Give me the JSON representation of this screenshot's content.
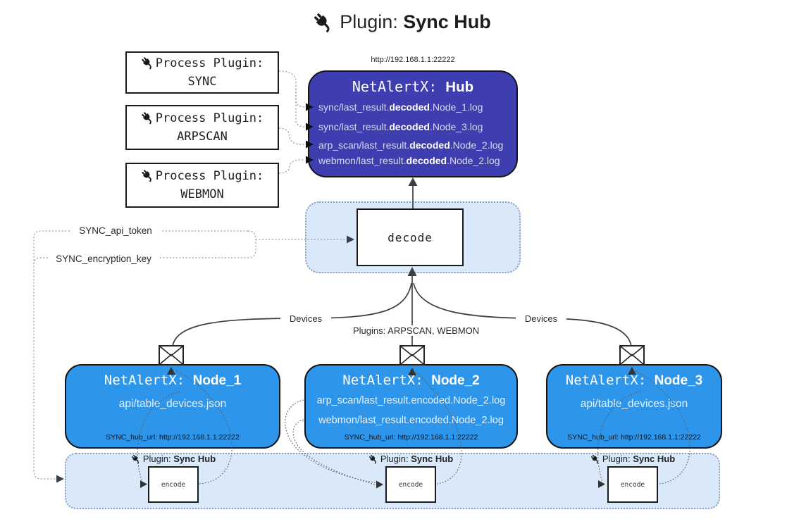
{
  "title": {
    "icon": "plug-icon",
    "prefix": "Plugin:",
    "name": "Sync Hub"
  },
  "hub": {
    "url": "http://192.168.1.1:22222",
    "title_prefix": "NetAlertX:",
    "title_name": "Hub",
    "log_lines": [
      {
        "pre": "sync/last_result.",
        "bold": "decoded",
        "post": ".Node_1.log"
      },
      {
        "pre": "sync/last_result.",
        "bold": "decoded",
        "post": ".Node_3.log"
      },
      {
        "pre": "arp_scan/last_result.",
        "bold": "decoded",
        "post": ".Node_2.log"
      },
      {
        "pre": "webmon/last_result.",
        "bold": "decoded",
        "post": ".Node_2.log"
      }
    ]
  },
  "process_plugins": [
    {
      "label": "Process Plugin:",
      "name": "SYNC"
    },
    {
      "label": "Process Plugin:",
      "name": "ARPSCAN"
    },
    {
      "label": "Process Plugin:",
      "name": "WEBMON"
    }
  ],
  "decode": {
    "label": "decode"
  },
  "settings": {
    "api_token": "SYNC_api_token",
    "encryption_key": "SYNC_encryption_key"
  },
  "edge_labels": {
    "devices_left": "Devices",
    "plugins_mid": "Plugins: ARPSCAN, WEBMON",
    "devices_right": "Devices"
  },
  "nodes": [
    {
      "title_prefix": "NetAlertX:",
      "title_name": "Node_1",
      "files": [
        "api/table_devices.json"
      ],
      "hub_url": "SYNC_hub_url: http://192.168.1.1:22222"
    },
    {
      "title_prefix": "NetAlertX:",
      "title_name": "Node_2",
      "files": [
        "arp_scan/last_result.encoded.Node_2.log",
        "webmon/last_result.encoded.Node_2.log"
      ],
      "hub_url": "SYNC_hub_url: http://192.168.1.1:22222"
    },
    {
      "title_prefix": "NetAlertX:",
      "title_name": "Node_3",
      "files": [
        "api/table_devices.json"
      ],
      "hub_url": "SYNC_hub_url: http://192.168.1.1:22222"
    }
  ],
  "encode_band": {
    "label_prefix": "Plugin:",
    "label_name": "Sync Hub",
    "encode_label": "encode"
  },
  "colors": {
    "hub_fill": "#3e3eb0",
    "node_fill": "#2e96ea",
    "band_fill": "#d9e9fa",
    "line": "#3a3f45",
    "dotted": "#999999"
  }
}
